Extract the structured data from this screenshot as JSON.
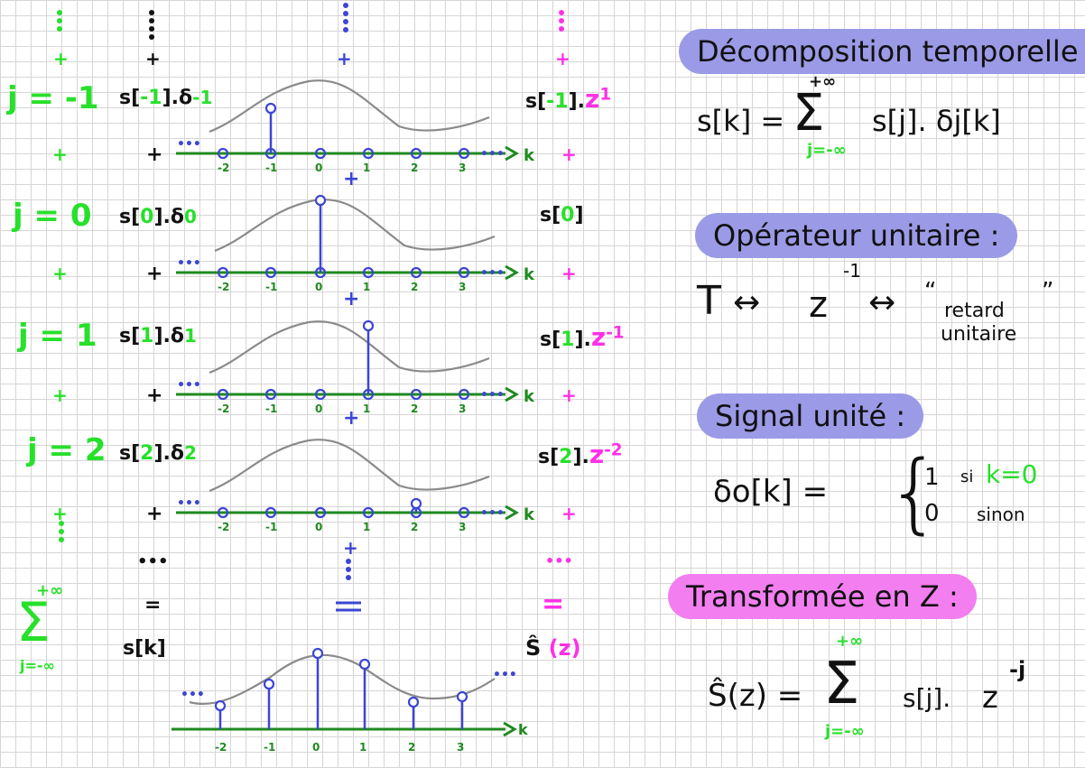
{
  "rows": [
    {
      "j_label": "j = -1",
      "term_prefix": "s[",
      "j_val": "-1",
      "term_mid": "].δ",
      "delta_sub": "-1",
      "rhs_prefix": "s[",
      "rhs_j": "-1",
      "rhs_mid": "].",
      "rhs_z": "z",
      "rhs_exp": "1"
    },
    {
      "j_label": "j = 0",
      "term_prefix": "s[",
      "j_val": "0",
      "term_mid": "].δ",
      "delta_sub": "0",
      "rhs_prefix": "s[",
      "rhs_j": "0",
      "rhs_mid": "]",
      "rhs_z": "",
      "rhs_exp": ""
    },
    {
      "j_label": "j = 1",
      "term_prefix": "s[",
      "j_val": "1",
      "term_mid": "].δ",
      "delta_sub": "1",
      "rhs_prefix": "s[",
      "rhs_j": "1",
      "rhs_mid": "].",
      "rhs_z": "z",
      "rhs_exp": "-1"
    },
    {
      "j_label": "j = 2",
      "term_prefix": "s[",
      "j_val": "2",
      "term_mid": "].δ",
      "delta_sub": "2",
      "rhs_prefix": "s[",
      "rhs_j": "2",
      "rhs_mid": "].",
      "rhs_z": "z",
      "rhs_exp": "-2"
    }
  ],
  "axis": {
    "ticks": [
      "-2",
      "-1",
      "0",
      "1",
      "2",
      "3"
    ],
    "k_label": "k",
    "left_dots": "•••",
    "right_dots": "•••"
  },
  "signal_values": [
    -2,
    -1,
    0,
    1,
    2,
    3
  ],
  "sum_row": {
    "sum_symbol": "Σ",
    "sum_top": "+∞",
    "sum_bottom": "j=-∞",
    "equals": "=",
    "sk": "s[k]",
    "shat": "Ŝ",
    "shat_arg": "(z)",
    "ellipsis": "•••"
  },
  "col_plus": "+",
  "dots_v": "⋮",
  "right_panel": {
    "decomp_title": "Décomposition temporelle :",
    "decomp_lhs": "s[k] =",
    "decomp_sum": "Σ",
    "decomp_top": "+∞",
    "decomp_bottom": "j=-∞",
    "decomp_term": "s[j]. δj[k]",
    "op_title": "Opérateur unitaire :",
    "op_T": "T",
    "op_arrow": "↔",
    "op_z": "z",
    "op_exp": "-1",
    "op_quote": "\"retard unitaire\"",
    "op_retard": "retard",
    "op_unitaire": "unitaire",
    "signal_title": "Signal unité :",
    "signal_lhs": "δo[k] =",
    "signal_case1_val": "1",
    "signal_case1_cond_pre": "si",
    "signal_case1_cond": "k=0",
    "signal_case2_val": "0",
    "signal_case2_cond": "sinon",
    "tz_title": "Transformée en Z :",
    "tz_lhs": "Ŝ(z) =",
    "tz_sum": "Σ",
    "tz_top": "+∞",
    "tz_bottom": "j=-∞",
    "tz_term": "s[j].",
    "tz_z": "z",
    "tz_exp": "-j"
  },
  "colors": {
    "green": "#27e02a",
    "axis_green": "#1f8a1f",
    "magenta": "#ff30e8",
    "blue": "#3b46d4",
    "curve_gray": "#8a8a8a",
    "panel_blue": "#9b9ae6",
    "panel_pink": "#f27ef0"
  }
}
